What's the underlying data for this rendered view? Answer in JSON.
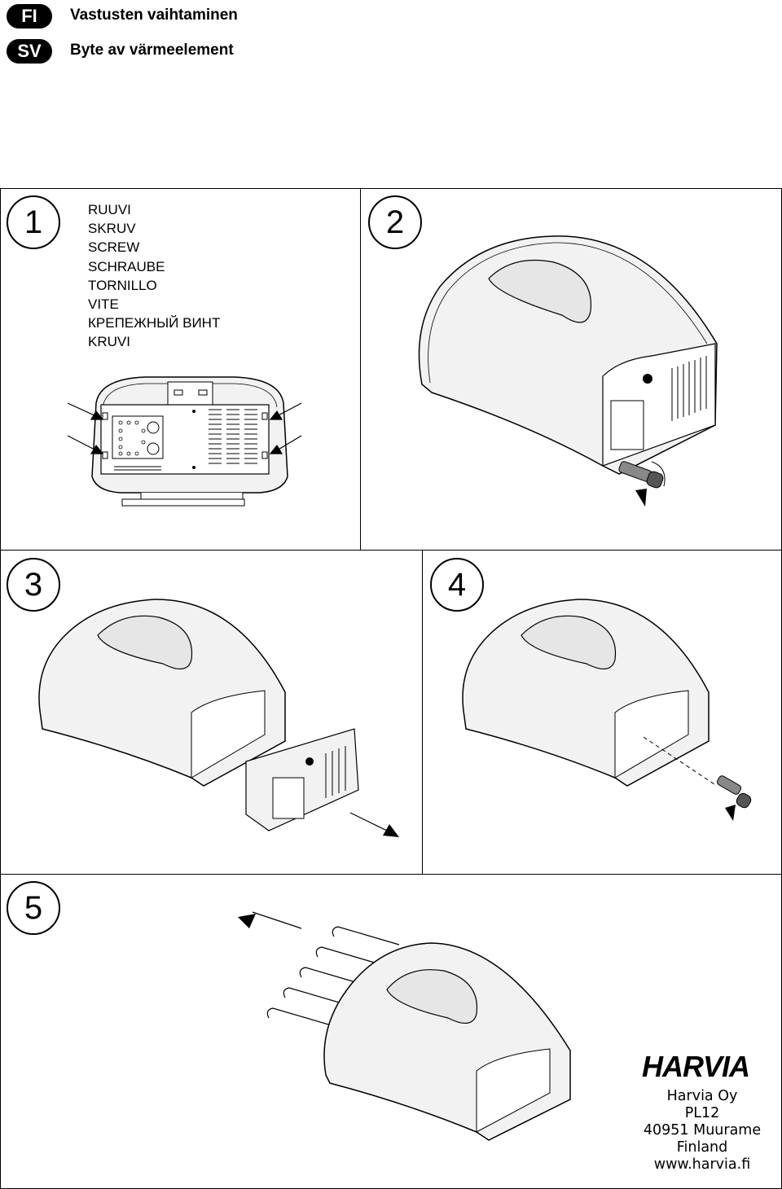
{
  "header": {
    "fi_badge": "FI",
    "fi_title": "Vastusten vaihtaminen",
    "sv_badge": "SV",
    "sv_title": "Byte av värmeelement"
  },
  "steps": [
    "1",
    "2",
    "3",
    "4",
    "5"
  ],
  "screw_labels": [
    "RUUVI",
    "SKRUV",
    "SCREW",
    "SCHRAUBE",
    "TORNILLO",
    "VITE",
    "КРЕПЕЖНЫЙ ВИНТ",
    "KRUVI"
  ],
  "brand": {
    "logo_text": "HARVIA",
    "address": [
      "Harvia Oy",
      "PL12",
      "40951 Muurame",
      "Finland",
      "www.harvia.fi"
    ]
  },
  "colors": {
    "ink": "#000000",
    "paper": "#ffffff",
    "heater_fill": "#f2f2f2",
    "heater_shade": "#d9d9d9"
  }
}
